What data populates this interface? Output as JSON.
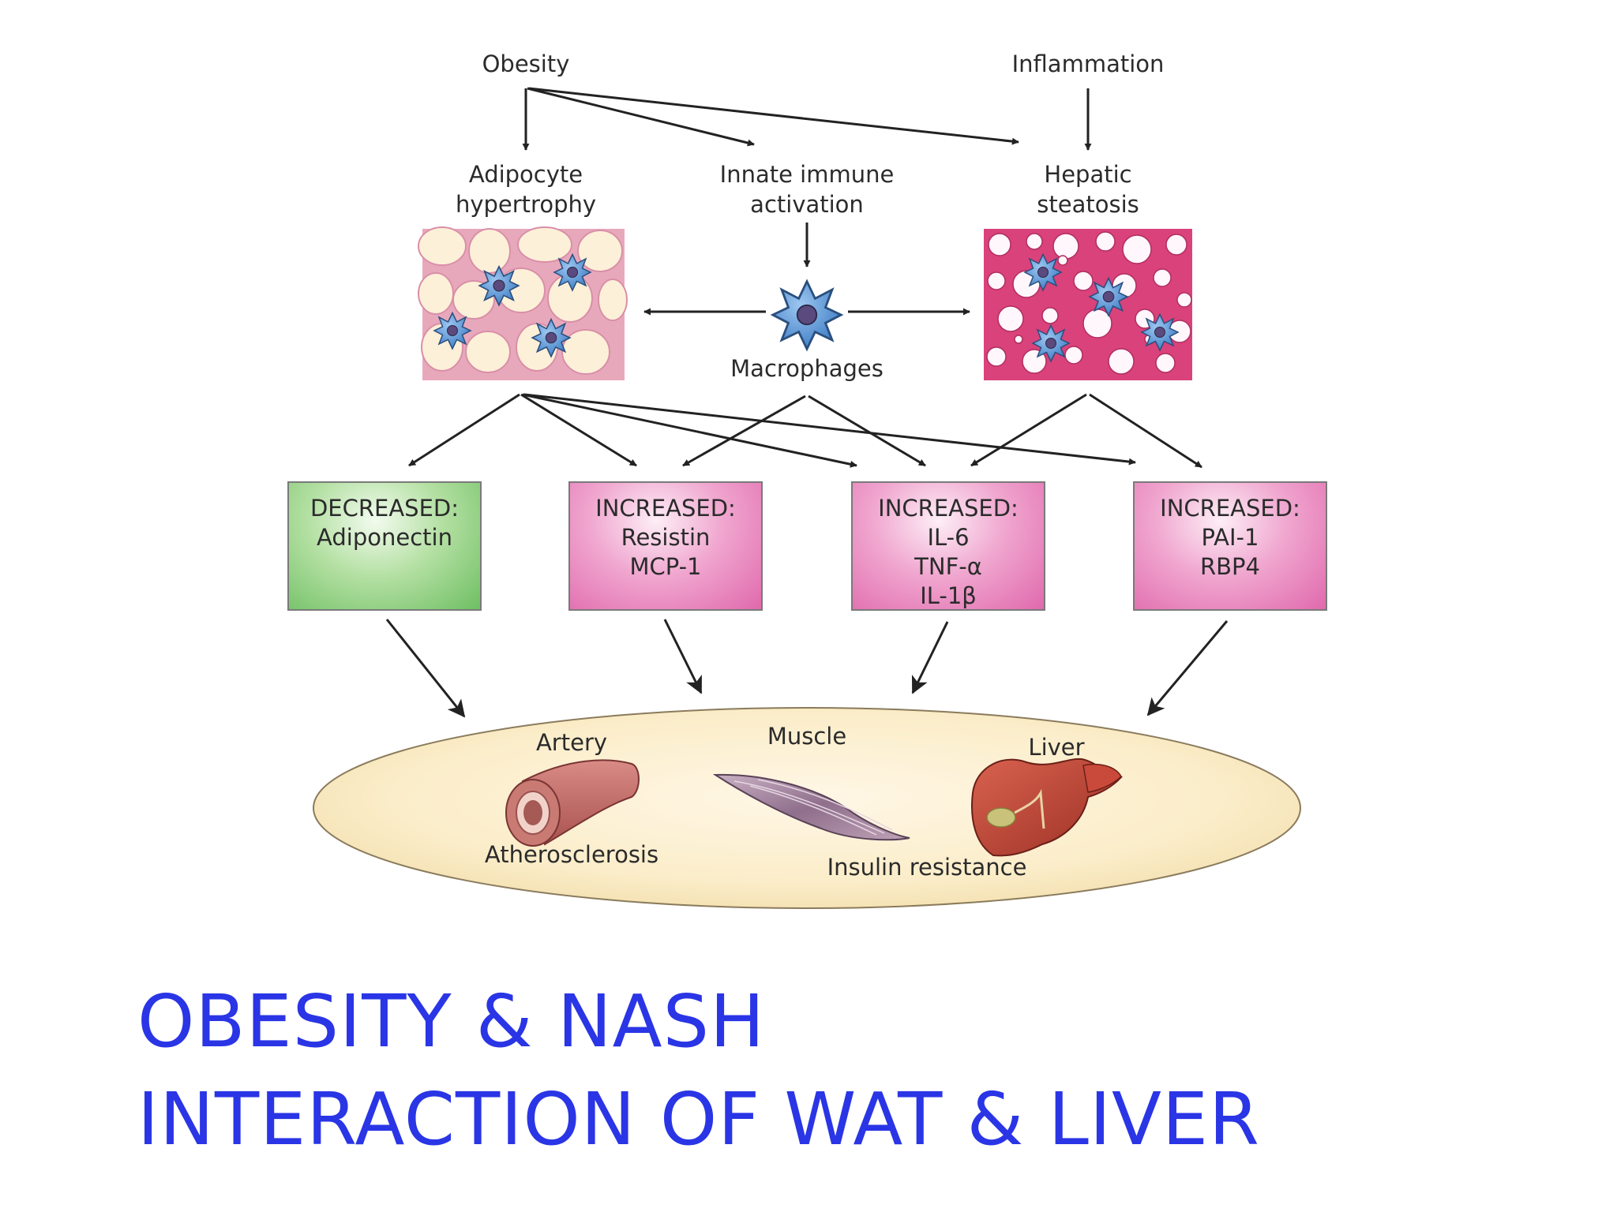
{
  "top": {
    "obesity": "Obesity",
    "inflammation": "Inflammation"
  },
  "middle": {
    "adipocyte": [
      "Adipocyte",
      "hypertrophy"
    ],
    "innate": [
      "Innate immune",
      "activation"
    ],
    "hepatic": [
      "Hepatic",
      "steatosis"
    ],
    "macrophages": "Macrophages"
  },
  "boxes": [
    {
      "header": "DECREASED:",
      "items": [
        "Adiponectin"
      ],
      "color": "#6fbf63"
    },
    {
      "header": "INCREASED:",
      "items": [
        "Resistin",
        "MCP-1"
      ],
      "color": "#e069ad"
    },
    {
      "header": "INCREASED:",
      "items": [
        "IL-6",
        "TNF-α",
        "IL-1β"
      ],
      "color": "#e069ad"
    },
    {
      "header": "INCREASED:",
      "items": [
        "PAI-1",
        "RBP4"
      ],
      "color": "#e069ad"
    }
  ],
  "organs": {
    "artery": "Artery",
    "muscle": "Muscle",
    "liver": "Liver",
    "atherosclerosis": "Atherosclerosis",
    "insulin_resistance": "Insulin resistance"
  },
  "title": {
    "line1": "OBESITY & NASH",
    "line2": "INTERACTION OF WAT & LIVER"
  },
  "colors": {
    "title": "#2a35e6",
    "arrow": "#222222",
    "macrophage": "#4f8fd6",
    "ellipse": "#fbedc9"
  }
}
